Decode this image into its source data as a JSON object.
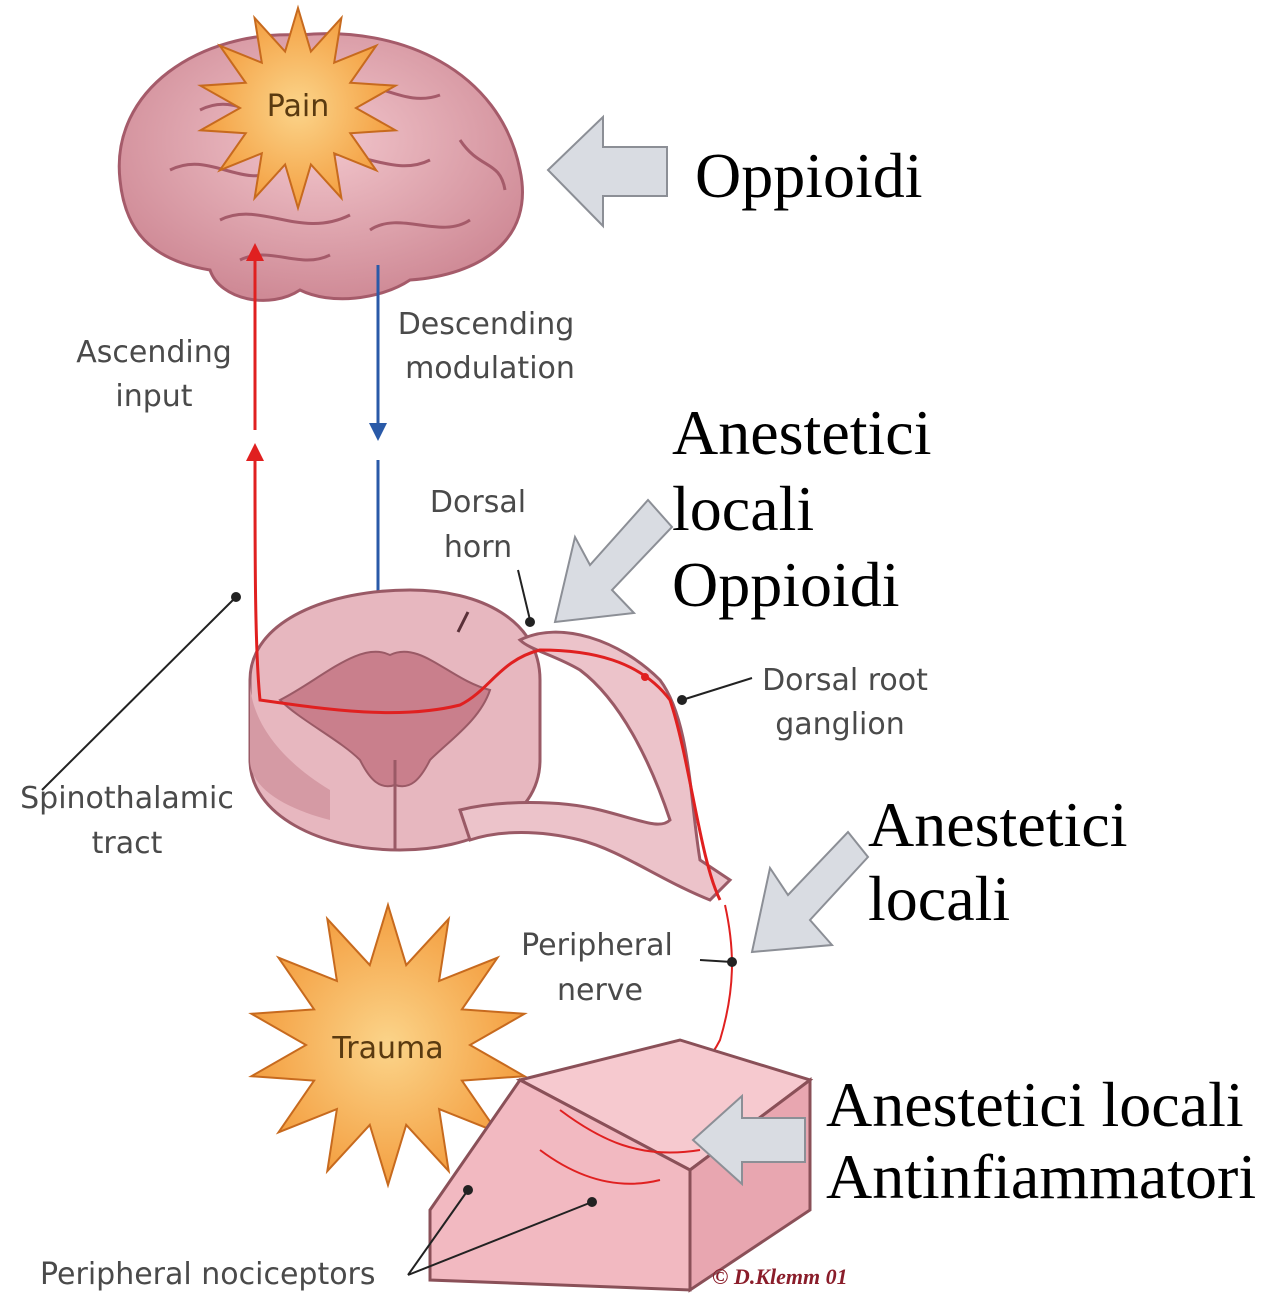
{
  "brain_label": "Pain",
  "trauma_label": "Trauma",
  "labels": {
    "ascending_1": "Ascending",
    "ascending_2": "input",
    "descending_1": "Descending",
    "descending_2": "modulation",
    "dorsal_horn_1": "Dorsal",
    "dorsal_horn_2": "horn",
    "drg_1": "Dorsal root",
    "drg_2": "ganglion",
    "spinothalamic_1": "Spinothalamic",
    "spinothalamic_2": "tract",
    "peripheral_nerve_1": "Peripheral",
    "peripheral_nerve_2": "nerve",
    "nociceptors": "Peripheral nociceptors",
    "copyright": "© D.Klemm 01"
  },
  "drug_sites": {
    "brain": [
      "Oppioidi"
    ],
    "spinal": [
      "Anestetici",
      "locali",
      "Oppioidi"
    ],
    "nerve": [
      "Anestetici",
      "locali"
    ],
    "skin": [
      "Anestetici locali",
      "Antinfiammatori"
    ]
  },
  "colors": {
    "ascending_pathway": "#e02020",
    "descending_pathway": "#2a5aa8",
    "brain": "#e2a9b2",
    "starburst": "#f7a84a",
    "drug_arrow": "#d9dce2"
  }
}
